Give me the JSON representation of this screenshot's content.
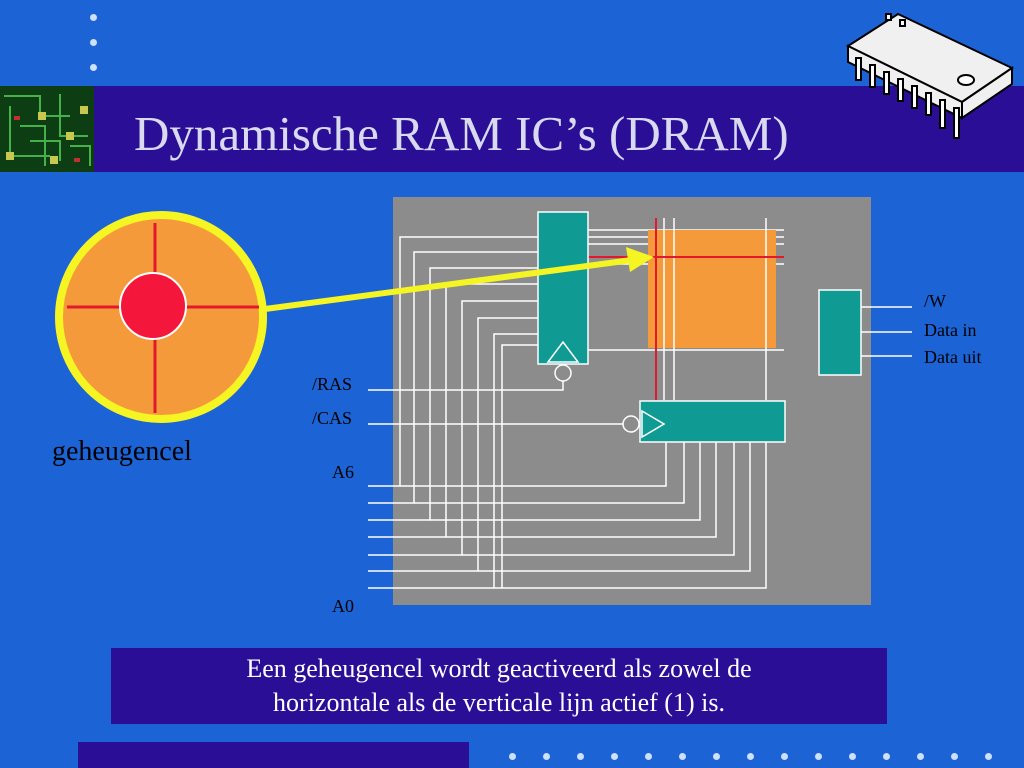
{
  "title": "Dynamische RAM IC’s (DRAM)",
  "cell_label": "geheugencel",
  "signals": {
    "ras": "/RAS",
    "cas": "/CAS",
    "a6": "A6",
    "a0": "A0",
    "write": "/W",
    "data_in": "Data in",
    "data_out": "Data uit"
  },
  "caption": {
    "line1": "Een geheugencel wordt geactiveerd als zowel de",
    "line2": "horizontale als de verticale lijn actief (1) is."
  },
  "colors": {
    "background": "#1c64d6",
    "title_bar": "#2a0f96",
    "chip_area": "#8c8c8c",
    "decoder": "#0f9a94",
    "memory_array": "#f59a3a",
    "active_line": "#e2182c",
    "pointer_arrow": "#f5f523",
    "cell_ring": "#f5f523"
  },
  "icons": [
    "circuit-board-icon",
    "ic-chip-icon"
  ]
}
